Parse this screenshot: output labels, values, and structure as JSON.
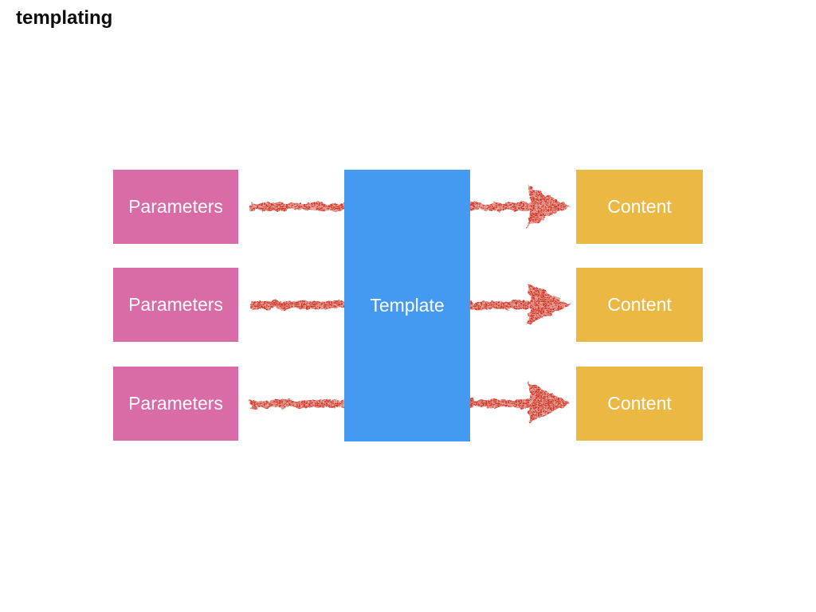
{
  "title": "templating",
  "colors": {
    "background": "#ffffff",
    "title_text": "#0d0d0d",
    "label_text": "#ffffff",
    "parameters": "#d96ba6",
    "template": "#4499f0",
    "content": "#ebb844",
    "arrow": "#d03b2a"
  },
  "diagram": {
    "template_label": "Template",
    "arrow_icon": "rough-right-arrow",
    "rows": [
      {
        "parameter_label": "Parameters",
        "content_label": "Content"
      },
      {
        "parameter_label": "Parameters",
        "content_label": "Content"
      },
      {
        "parameter_label": "Parameters",
        "content_label": "Content"
      }
    ]
  }
}
